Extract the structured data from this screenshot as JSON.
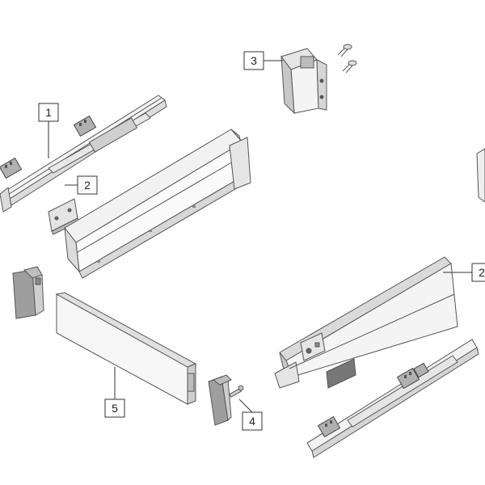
{
  "callouts": [
    {
      "id": "c1",
      "label": "1"
    },
    {
      "id": "c2",
      "label": "2"
    },
    {
      "id": "c3",
      "label": "3"
    },
    {
      "id": "c4",
      "label": "4"
    },
    {
      "id": "c5",
      "label": "5"
    },
    {
      "id": "c2b",
      "label": "2"
    }
  ],
  "colors": {
    "line": "#555555",
    "fill_light": "#f2f2f2",
    "fill_mid": "#dcdcdc",
    "fill_dark": "#9a9a9a",
    "background": "#ffffff"
  }
}
